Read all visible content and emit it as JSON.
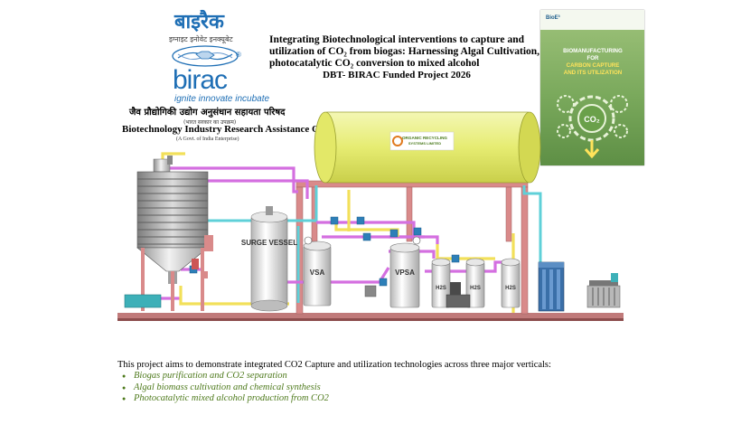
{
  "logo": {
    "hindi_brand": "बाइरैक",
    "hindi_tagline": "इग्नाइट इनोवेट इनक्यूबेट",
    "brand": "birac",
    "tagline": "ignite innovate incubate",
    "registered": "®",
    "hindi_council": "जैव प्रौद्योगिकी उद्योग अनुसंधान सहायता परिषद",
    "hindi_note": "(भारत सरकार का उपक्रम)",
    "council_en": "Biotechnology Industry Research Assistance Council",
    "govt_note": "(A Govt. of India Enterprise)"
  },
  "title": {
    "line1": "Integrating Biotechnological interventions to capture and",
    "line2": "utilization of CO₂ from biogas: Harnessing Algal Cultivation,",
    "line3": "photocatalytic CO₂ conversion to mixed alcohol",
    "subtitle": "DBT- BIRAC Funded Project 2026"
  },
  "cover": {
    "logos": "BioE³",
    "title_line1": "BIOMANUFACTURING",
    "title_line2": "FOR",
    "title_line3": "CARBON CAPTURE",
    "title_line4": "AND ITS UTILIZATION",
    "badge": "CO₂"
  },
  "diagram": {
    "surge_vessel": "SURGE VESSEL",
    "vsa": "VSA",
    "vpsa": "VPSA",
    "h2s_labels": [
      "H2S",
      "H2S",
      "H2S"
    ],
    "company": "ORGANIC RECYCLING",
    "company_sub": "SYSTEMS LIMITED"
  },
  "description": {
    "intro": "This project aims to demonstrate integrated CO2 Capture and utilization technologies across three major verticals:",
    "verticals": [
      "Biogas purification and CO2 separation",
      "Algal biomass cultivation and chemical synthesis",
      "Photocatalytic mixed alcohol production from CO2"
    ]
  },
  "colors": {
    "brand_blue": "#1f6fb5",
    "bullet_green": "#4e7a1c",
    "tank_yellow": "#e8ee7c",
    "frame_pink": "#d98a8a",
    "pipe_purple": "#d46fe0",
    "pipe_cyan": "#5fd0d8"
  }
}
